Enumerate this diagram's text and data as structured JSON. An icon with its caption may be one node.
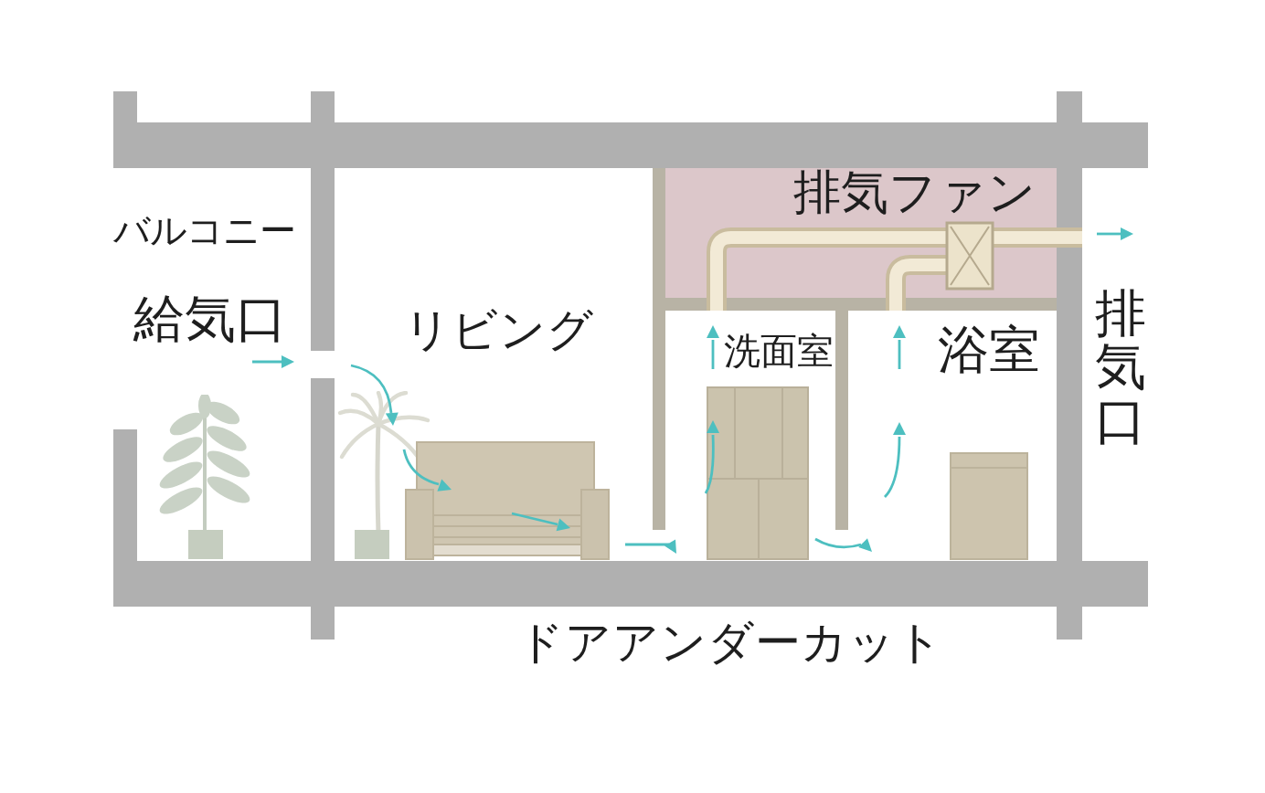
{
  "diagram": {
    "nodes": [
      {
        "text": [
          "排気ファン"
        ]
      }
    ],
    "labels": [
      "バルコニー",
      "給気口",
      "リビング",
      "洗面室",
      "浴室",
      "排気口",
      "ドアアンダーカット"
    ]
  }
}
